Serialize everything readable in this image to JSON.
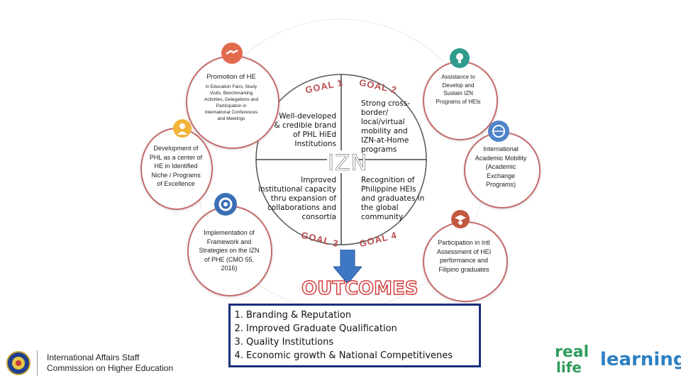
{
  "center_label": "IZN",
  "goals": [
    {
      "label": "GOAL 1",
      "text": "Well-developed & credible brand of PHL HiEd Institutions"
    },
    {
      "label": "GOAL 2",
      "text": "Strong cross-border/ local/virtual mobility and IZN-at-Home programs"
    },
    {
      "label": "GOAL 3",
      "text": "Improved institutional capacity thru expansion of collaborations and consortia"
    },
    {
      "label": "GOAL 4",
      "text": "Recognition of Philippine HEIs and graduates in the global community"
    }
  ],
  "strategies": {
    "promotion": {
      "title": "Promotion of HE",
      "detail": "in Education Fairs, Study Visits, Benchmarking Activities, Delegations and Participation in International Conferences and Meetings"
    },
    "development": "Development of PHL as a center of HE in Identified Niche / Programs of Excellence",
    "implementation": "Implementation of Framework and Strategies on the IZN of PHE (CMO 55, 2016)",
    "assistance": "Assistance to Develop and Sustain IZN Programs of HEIs",
    "mobility": "International Academic Mobility (Academic Exchange Programs)",
    "assessment": "Participation in Intl Assessment of HEI performance and Filipino graduates"
  },
  "outcomes": {
    "title": "OUTCOMES",
    "items": [
      "Branding & Reputation",
      "Improved Graduate Qualification",
      "Quality Institutions",
      "Economic growth & National Competitivenes"
    ]
  },
  "footer": {
    "line1": "International Affairs Staff",
    "line2": "Commission on Higher Education"
  },
  "logo": {
    "part1": "real",
    "part2": "life",
    "part3": "learning"
  },
  "colors": {
    "accent": "#b84c4c",
    "box_border": "#1b2f7a",
    "arrow": "#3e78c4",
    "logo_green": "#2e9b5b",
    "logo_blue": "#2d7fc1"
  }
}
